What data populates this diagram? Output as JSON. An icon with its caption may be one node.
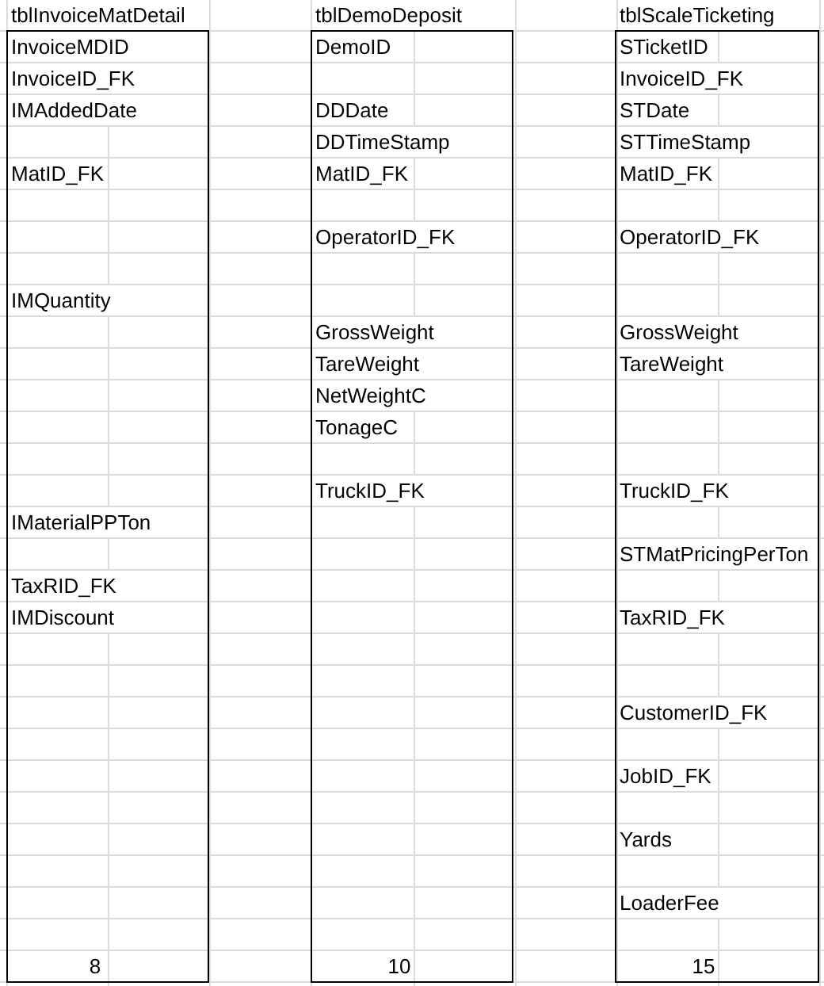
{
  "diagram": {
    "nodes": [
      {
        "text": [
          "tblInvoiceMatDetail",
          "InvoiceMDID",
          "InvoiceID_FK",
          "IMAddedDate",
          "MatID_FK",
          "IMQuantity",
          "IMaterialPPTon",
          "TaxRID_FK",
          "IMDiscount",
          "8"
        ]
      },
      {
        "text": [
          "tblDemoDeposit",
          "DemoID",
          "DDDate",
          "DDTimeStamp",
          "MatID_FK",
          "OperatorID_FK",
          "GrossWeight",
          "TareWeight",
          "NetWeightC",
          "TonageC",
          "TruckID_FK",
          "10"
        ]
      },
      {
        "text": [
          "tblScaleTicketing",
          "STicketID",
          "InvoiceID_FK",
          "STDate",
          "STTimeStamp",
          "MatID_FK",
          "OperatorID_FK",
          "GrossWeight",
          "TareWeight",
          "TruckID_FK",
          "STMatPricingPerTon",
          "TaxRID_FK",
          "CustomerID_FK",
          "JobID_FK",
          "Yards",
          "LoaderFee",
          "15"
        ]
      }
    ]
  }
}
